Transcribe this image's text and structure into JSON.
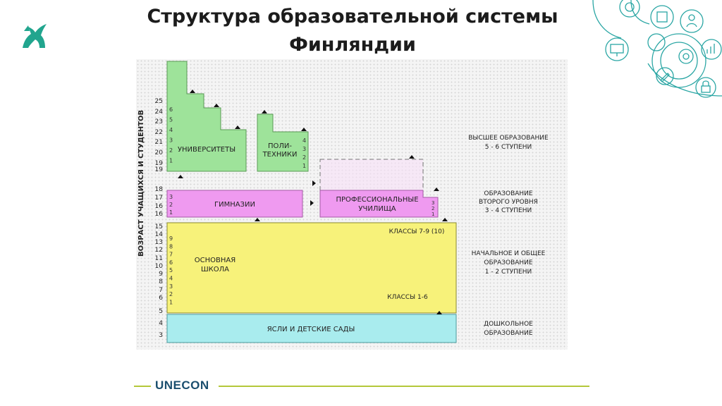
{
  "slide": {
    "title_line1": "Структура образовательной системы",
    "title_line2": "Финляндии"
  },
  "footer": {
    "brand": "UNECON"
  },
  "colors": {
    "accent": "#b4c83a",
    "brand": "#1a4e6e",
    "logo": "#21a58e",
    "higher": "#9ee39a",
    "upper_secondary": "#ef9af0",
    "basic": "#f7f27a",
    "preschool": "#a9ecee"
  },
  "diagram": {
    "y_axis_label": "ВОЗРАСТ УЧАЩИХСЯ И СТУДЕНТОВ",
    "ages": [
      "25",
      "24",
      "23",
      "22",
      "21",
      "20",
      "19",
      "19",
      "18",
      "17",
      "16",
      "16",
      "15",
      "14",
      "13",
      "12",
      "11",
      "10",
      "9",
      "8",
      "7",
      "6",
      "5",
      "4",
      "3"
    ],
    "blocks": {
      "universities": "УНИВЕРСИТЕТЫ",
      "polytechnics_line1": "ПОЛИ-",
      "polytechnics_line2": "ТЕХНИКИ",
      "gymnasiums": "ГИМНАЗИИ",
      "vocational_line1": "ПРОФЕССИОНАЛЬНЫЕ",
      "vocational_line2": "УЧИЛИЩА",
      "basic_school_line1": "ОСНОВНАЯ",
      "basic_school_line2": "ШКОЛА",
      "grades_upper": "КЛАССЫ 7-9 (10)",
      "grades_lower": "КЛАССЫ 1-6",
      "preschool": "ЯСЛИ И ДЕТСКИЕ САДЫ"
    },
    "year_numbers": {
      "universities": [
        "6",
        "5",
        "4",
        "3",
        "2",
        "1"
      ],
      "polytechnics": [
        "4",
        "3",
        "2",
        "1"
      ],
      "gymnasiums": [
        "3",
        "2",
        "1"
      ],
      "vocational": [
        "3",
        "2",
        "1"
      ],
      "basic": [
        "9",
        "8",
        "7",
        "6",
        "5",
        "4",
        "3",
        "2",
        "1"
      ]
    },
    "levels": {
      "higher_line1": "ВЫСШЕЕ ОБРАЗОВАНИЕ",
      "higher_line2": "5 - 6 СТУПЕНИ",
      "secondary_line1": "ОБРАЗОВАНИЕ",
      "secondary_line2": "ВТОРОГО УРОВНЯ",
      "secondary_line3": "3 - 4 СТУПЕНИ",
      "basic_line1": "НАЧАЛЬНОЕ И ОБЩЕЕ",
      "basic_line2": "ОБРАЗОВАНИЕ",
      "basic_line3": "1 - 2 СТУПЕНИ",
      "preschool_line1": "ДОШКОЛЬНОЕ",
      "preschool_line2": "ОБРАЗОВАНИЕ"
    }
  }
}
